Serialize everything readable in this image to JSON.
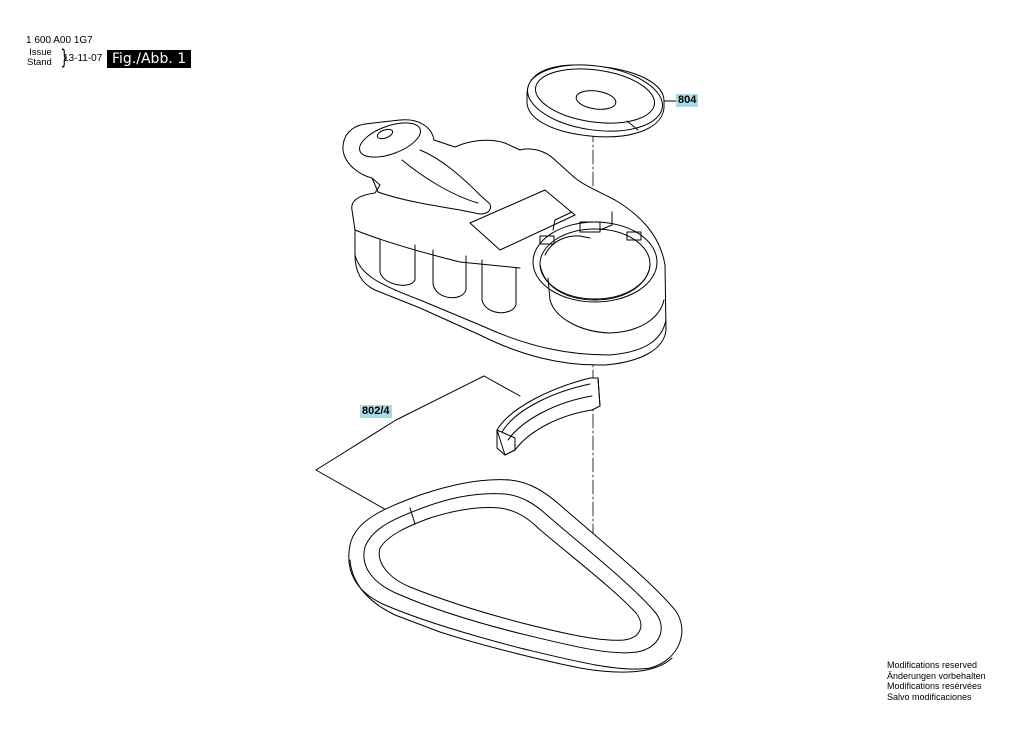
{
  "header": {
    "part_number": "1 600 A00 1G7",
    "issue_label": "Issue",
    "stand_label": "Stand",
    "date": "13-11-07",
    "figure_label": "Fig./Abb. 1"
  },
  "callouts": {
    "part_804": "804",
    "part_802_4": "802/4"
  },
  "footer": {
    "line1": "Modifications reserved",
    "line2": "Änderungen vorbehalten",
    "line3": "Modifications resérvées",
    "line4": "Salvo modificaciones"
  },
  "colors": {
    "callout_highlight": "#a9dbe6",
    "line_color": "#000000",
    "figure_label_bg": "#000000"
  }
}
